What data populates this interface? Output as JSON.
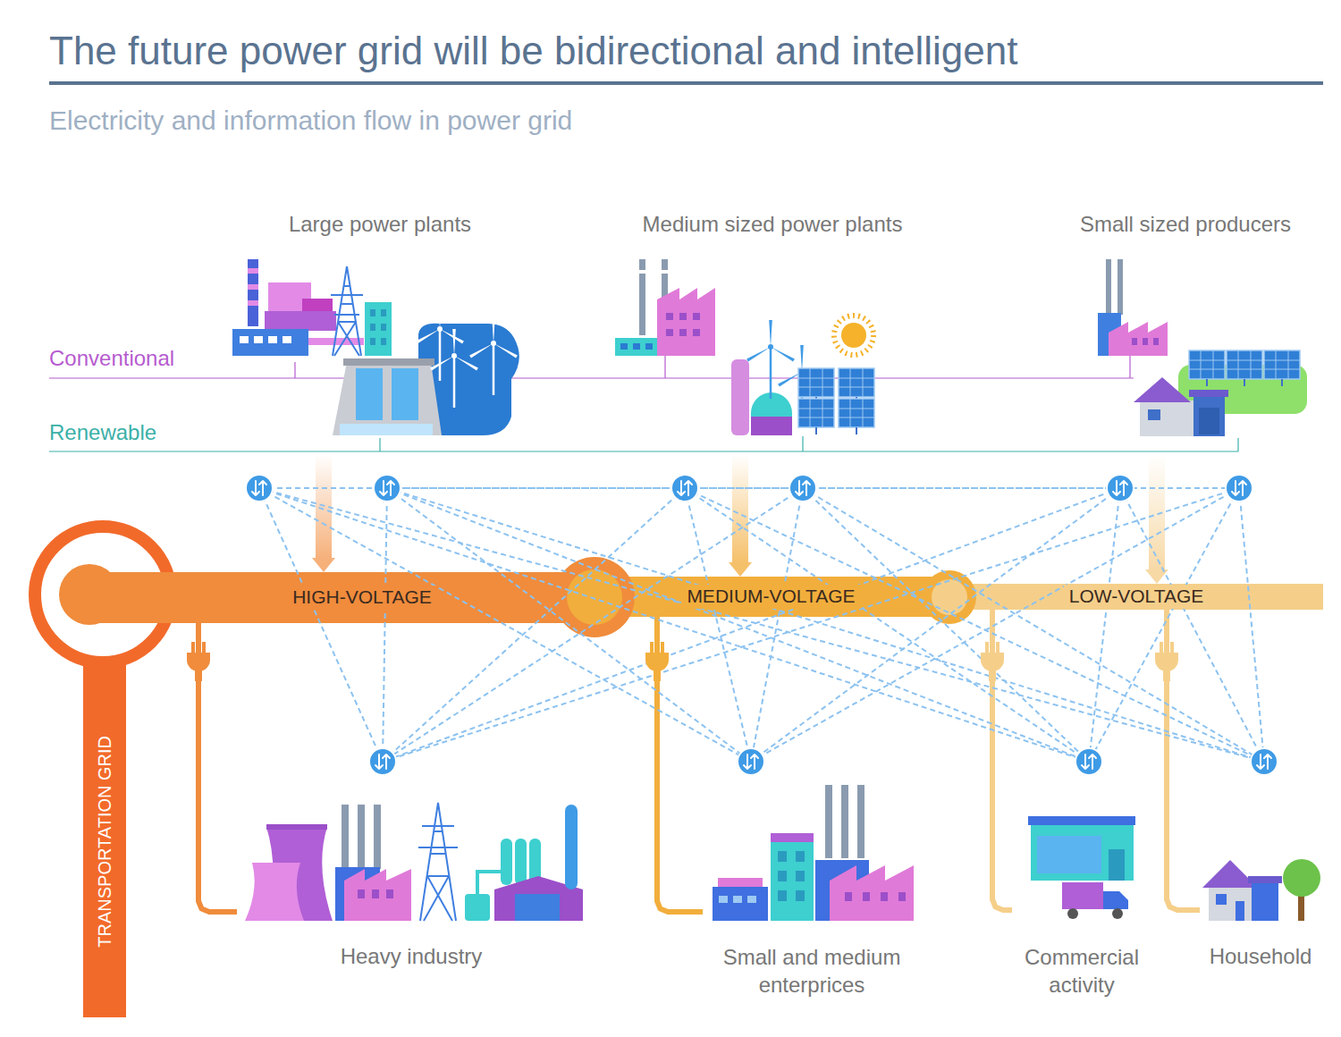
{
  "diagram": {
    "title": "The future power grid will be bidirectional and intelligent",
    "nodes": [
      {
        "text": [
          "Large power plants"
        ]
      },
      {
        "text": [
          "Medium sized power plants"
        ]
      },
      {
        "text": [
          "Small sized producers"
        ]
      },
      {
        "text": [
          "HIGH-VOLTAGE"
        ]
      },
      {
        "text": [
          "MEDIUM-VOLTAGE"
        ]
      },
      {
        "text": [
          "LOW-VOLTAGE"
        ]
      },
      {
        "text": [
          "TRANSPORTATION GRID"
        ]
      },
      {
        "text": [
          "Heavy industry"
        ]
      },
      {
        "text": [
          "Small and medium enterprices"
        ]
      },
      {
        "text": [
          "Commercial activity"
        ]
      },
      {
        "text": [
          "Household"
        ]
      }
    ],
    "edges": [
      {
        "from": 0,
        "to": 3,
        "arrow": "to"
      },
      {
        "from": 1,
        "to": 4,
        "arrow": "to"
      },
      {
        "from": 2,
        "to": 5,
        "arrow": "to"
      },
      {
        "from": 3,
        "to": 7,
        "arrow": "none"
      },
      {
        "from": 4,
        "to": 8,
        "arrow": "none"
      },
      {
        "from": 5,
        "to": 9,
        "arrow": "none"
      },
      {
        "from": 5,
        "to": 10,
        "arrow": "none"
      }
    ],
    "labels": [
      "Electricity and information flow in power grid",
      "Conventional",
      "Renewable"
    ]
  }
}
